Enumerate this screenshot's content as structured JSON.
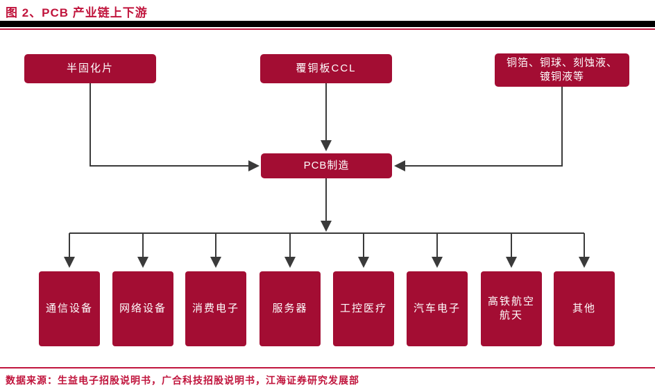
{
  "header": {
    "figure_title": "图 2、PCB 产业链上下游"
  },
  "diagram": {
    "upstream": [
      "半固化片",
      "覆铜板CCL",
      "铜箔、铜球、刻蚀液、镀铜液等"
    ],
    "center": "PCB制造",
    "downstream": [
      "通信设备",
      "网络设备",
      "消费电子",
      "服务器",
      "工控医疗",
      "汽车电子",
      "高铁航空航天",
      "其他"
    ],
    "flow": [
      "半固化片 -> PCB制造",
      "覆铜板CCL -> PCB制造",
      "铜箔、铜球、刻蚀液、镀铜液等 -> PCB制造",
      "PCB制造 -> 通信设备|网络设备|消费电子|服务器|工控医疗|汽车电子|高铁航空航天|其他"
    ]
  },
  "footer": {
    "source": "数据来源：生益电子招股说明书，广合科技招股说明书，江海证券研究发展部"
  },
  "colors": {
    "node_fill": "#a30d33",
    "accent_red": "#c0143c",
    "header_bar": "#000000",
    "connector": "#3a3a3a",
    "node_text": "#ffffff"
  }
}
